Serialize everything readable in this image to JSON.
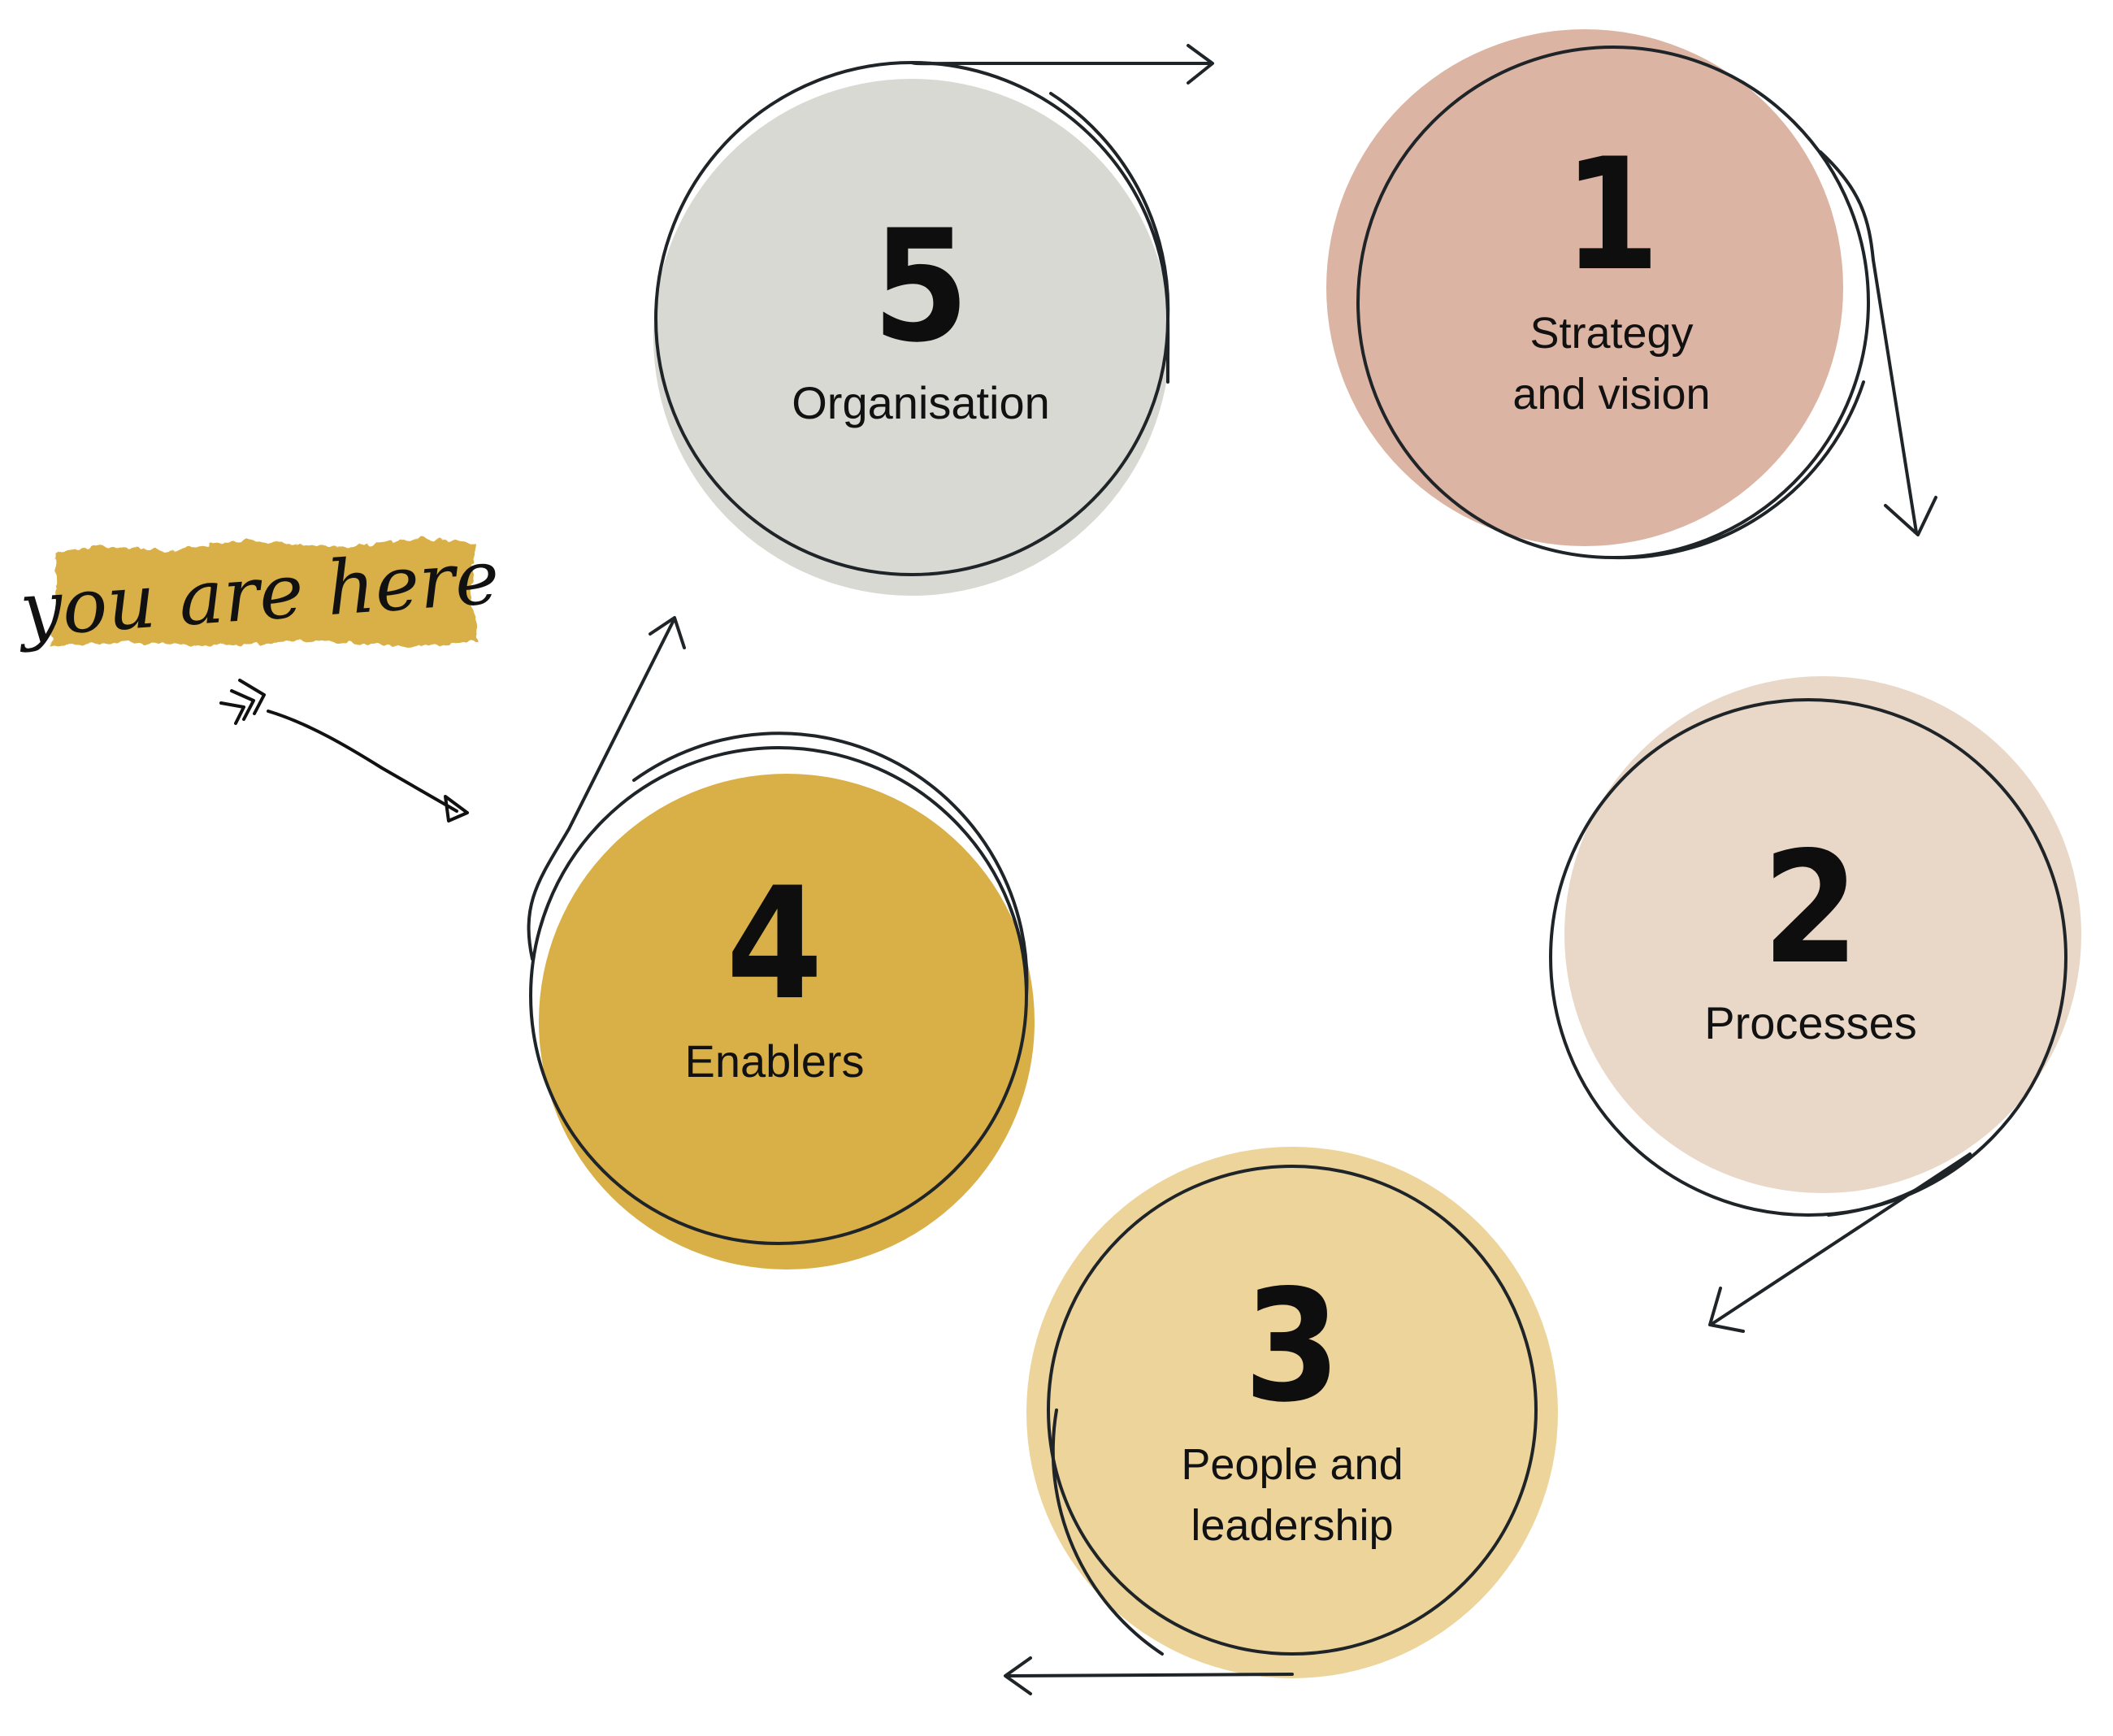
{
  "colors": {
    "step1": "#dcb4a3",
    "step2": "#e9d8c8",
    "step3": "#ecd49b",
    "step4": "#d9b047",
    "step5": "#d8d9d2",
    "badge": "#d9b047",
    "ink": "#1e2427"
  },
  "badge": {
    "text": "you are here",
    "pointer_icon": "hand-drawn-arrow-icon"
  },
  "steps": [
    {
      "number": "1",
      "label_lines": [
        "Strategy",
        "and vision"
      ]
    },
    {
      "number": "2",
      "label_lines": [
        "Processes"
      ]
    },
    {
      "number": "3",
      "label_lines": [
        "People and",
        "leadership"
      ]
    },
    {
      "number": "4",
      "label_lines": [
        "Enablers"
      ]
    },
    {
      "number": "5",
      "label_lines": [
        "Organisation"
      ]
    }
  ]
}
